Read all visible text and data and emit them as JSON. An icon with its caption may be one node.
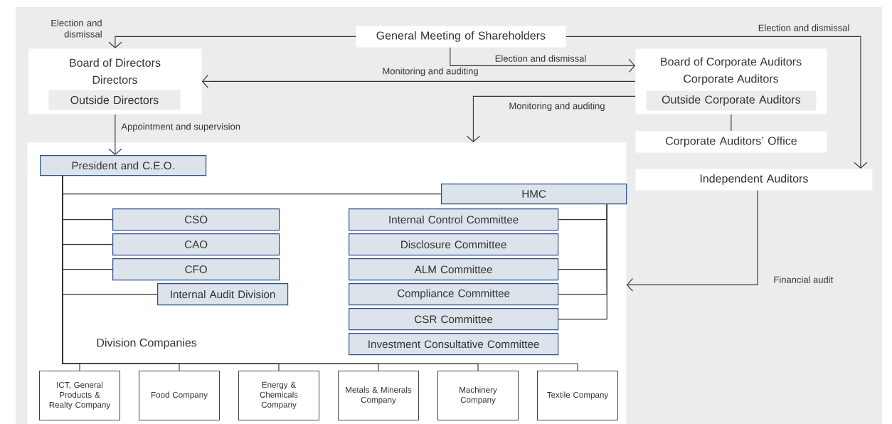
{
  "diagram": {
    "nodes": [
      {
        "text": [
          "General Meeting of Shareholders"
        ]
      },
      {
        "text": [
          "Board of Directors",
          "Directors"
        ]
      },
      {
        "text": [
          "Outside Directors"
        ],
        "in": 1
      },
      {
        "text": [
          "Board of Corporate Auditors",
          "Corporate Auditors"
        ]
      },
      {
        "text": [
          "Outside Corporate Auditors"
        ],
        "in": 3
      },
      {
        "text": [
          "Corporate Auditors’ Office"
        ]
      },
      {
        "text": [
          "Independent Auditors"
        ]
      },
      {
        "text": [],
        "shape": "box"
      },
      {
        "text": [
          "President and C.E.O."
        ],
        "in": 7
      },
      {
        "text": [
          "HMC"
        ],
        "in": 7
      },
      {
        "text": [
          "CSO"
        ],
        "in": 7
      },
      {
        "text": [
          "CAO"
        ],
        "in": 7
      },
      {
        "text": [
          "CFO"
        ],
        "in": 7
      },
      {
        "text": [
          "Internal Audit Division"
        ],
        "in": 7
      },
      {
        "text": [
          "Internal Control Committee"
        ],
        "in": 7
      },
      {
        "text": [
          "Disclosure Committee"
        ],
        "in": 7
      },
      {
        "text": [
          "ALM Committee"
        ],
        "in": 7
      },
      {
        "text": [
          "Compliance Committee"
        ],
        "in": 7
      },
      {
        "text": [
          "CSR Committee"
        ],
        "in": 7
      },
      {
        "text": [
          "Investment Consultative Committee"
        ],
        "in": 7
      },
      {
        "text": [
          "ICT, General Products & Realty Company"
        ],
        "in": 7
      },
      {
        "text": [
          "Food Company"
        ],
        "in": 7
      },
      {
        "text": [
          "Energy & Chemicals Company"
        ],
        "in": 7
      },
      {
        "text": [
          "Metals & Minerals Company"
        ],
        "in": 7
      },
      {
        "text": [
          "Machinery Company"
        ],
        "in": 7
      },
      {
        "text": [
          "Textile Company"
        ],
        "in": 7
      }
    ],
    "edges": [
      {
        "from": 0,
        "to": 1,
        "arrow": "to",
        "label": "Election and dismissal"
      },
      {
        "from": 0,
        "to": 3,
        "arrow": "to",
        "label": "Election and dismissal"
      },
      {
        "from": 0,
        "to": 6,
        "arrow": "to",
        "label": "Election and dismissal"
      },
      {
        "from": 3,
        "to": 1,
        "arrow": "to",
        "label": "Monitoring and auditing"
      },
      {
        "from": 3,
        "to": 7,
        "arrow": "to",
        "label": "Monitoring and auditing"
      },
      {
        "from": 1,
        "to": 8,
        "arrow": "to",
        "label": "Appointment and supervision"
      },
      {
        "from": 3,
        "to": 5,
        "arrow": "none"
      },
      {
        "from": 6,
        "to": 7,
        "arrow": "to",
        "label": "Financial audit"
      },
      {
        "from": 8,
        "to": 9,
        "arrow": "none"
      },
      {
        "from": 8,
        "to": 10,
        "arrow": "none"
      },
      {
        "from": 8,
        "to": 11,
        "arrow": "none"
      },
      {
        "from": 8,
        "to": 12,
        "arrow": "none"
      },
      {
        "from": 8,
        "to": 13,
        "arrow": "none"
      },
      {
        "from": 9,
        "to": 14,
        "arrow": "none"
      },
      {
        "from": 9,
        "to": 16,
        "arrow": "none"
      },
      {
        "from": 9,
        "to": 17,
        "arrow": "none"
      },
      {
        "from": 9,
        "to": 18,
        "arrow": "none"
      },
      {
        "from": 8,
        "to": 20,
        "arrow": "none"
      },
      {
        "from": 8,
        "to": 21,
        "arrow": "none"
      },
      {
        "from": 8,
        "to": 22,
        "arrow": "none"
      },
      {
        "from": 8,
        "to": 23,
        "arrow": "none"
      },
      {
        "from": 8,
        "to": 24,
        "arrow": "none"
      },
      {
        "from": 8,
        "to": 25,
        "arrow": "none"
      }
    ],
    "labels": [
      "Division Companies"
    ]
  }
}
